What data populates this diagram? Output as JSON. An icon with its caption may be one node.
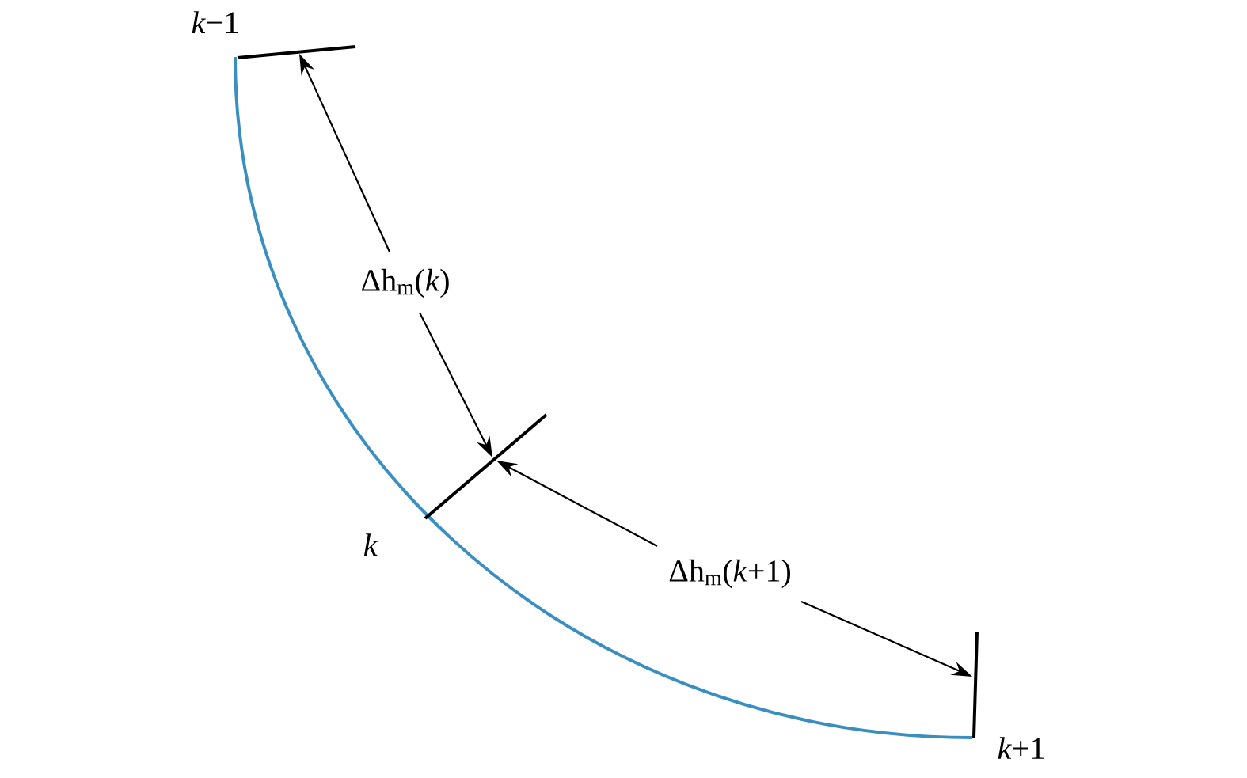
{
  "diagram": {
    "labels": [
      "*k*−1",
      "Δh$_{m}$(*k*)",
      "*k*",
      "Δh$_{m}$(*k*+1)",
      "*k*+1"
    ]
  }
}
